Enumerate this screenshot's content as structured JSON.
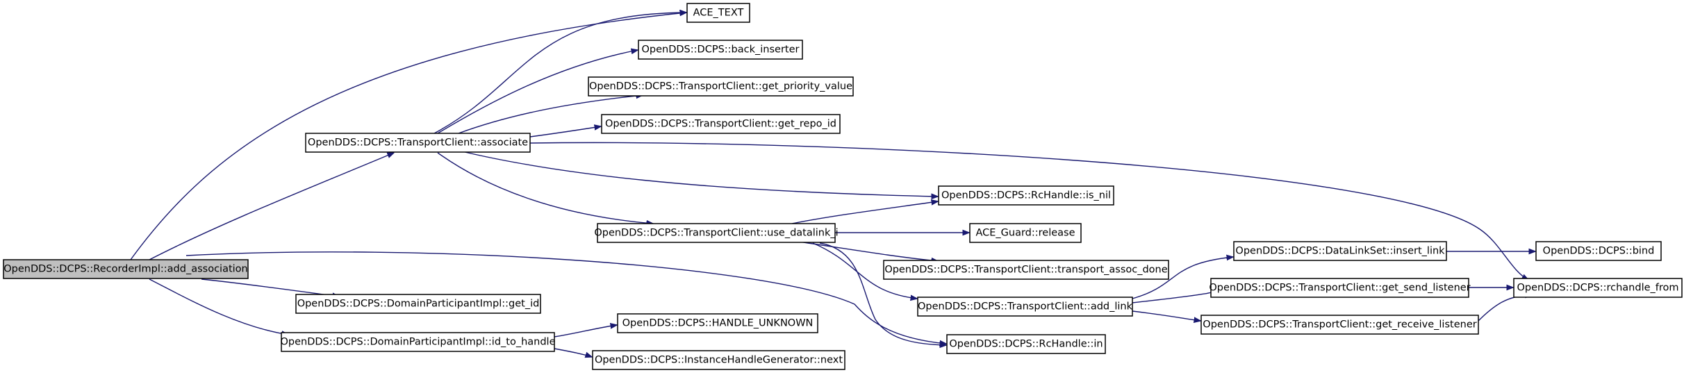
{
  "graph": {
    "title": "",
    "nodes": [
      {
        "id": "root",
        "label": "OpenDDS::DCPS::RecorderImpl::add_association",
        "is_root": true
      },
      {
        "id": "ace_text",
        "label": "ACE_TEXT"
      },
      {
        "id": "back_inserter",
        "label": "OpenDDS::DCPS::back_inserter"
      },
      {
        "id": "get_priority_value",
        "label": "OpenDDS::DCPS::TransportClient::get_priority_value"
      },
      {
        "id": "get_repo_id",
        "label": "OpenDDS::DCPS::TransportClient::get_repo_id"
      },
      {
        "id": "associate",
        "label": "OpenDDS::DCPS::TransportClient::associate"
      },
      {
        "id": "is_nil",
        "label": "OpenDDS::DCPS::RcHandle::is_nil"
      },
      {
        "id": "use_datalink_i",
        "label": "OpenDDS::DCPS::TransportClient::use_datalink_i"
      },
      {
        "id": "ace_guard_release",
        "label": "ACE_Guard::release"
      },
      {
        "id": "transport_assoc_done",
        "label": "OpenDDS::DCPS::TransportClient::transport_assoc_done"
      },
      {
        "id": "insert_link",
        "label": "OpenDDS::DCPS::DataLinkSet::insert_link"
      },
      {
        "id": "bind",
        "label": "OpenDDS::DCPS::bind"
      },
      {
        "id": "get_send_listener",
        "label": "OpenDDS::DCPS::TransportClient::get_send_listener"
      },
      {
        "id": "rchandle_from",
        "label": "OpenDDS::DCPS::rchandle_from"
      },
      {
        "id": "add_link",
        "label": "OpenDDS::DCPS::TransportClient::add_link"
      },
      {
        "id": "get_receive_listener",
        "label": "OpenDDS::DCPS::TransportClient::get_receive_listener"
      },
      {
        "id": "get_id",
        "label": "OpenDDS::DCPS::DomainParticipantImpl::get_id"
      },
      {
        "id": "handle_unknown",
        "label": "OpenDDS::DCPS::HANDLE_UNKNOWN"
      },
      {
        "id": "id_to_handle",
        "label": "OpenDDS::DCPS::DomainParticipantImpl::id_to_handle"
      },
      {
        "id": "rchandle_in",
        "label": "OpenDDS::DCPS::RcHandle::in"
      },
      {
        "id": "ihg_next",
        "label": "OpenDDS::DCPS::InstanceHandleGenerator::next"
      }
    ],
    "edges": [
      {
        "from": "root",
        "to": "ace_text"
      },
      {
        "from": "root",
        "to": "associate"
      },
      {
        "from": "root",
        "to": "rchandle_in"
      },
      {
        "from": "root",
        "to": "get_id"
      },
      {
        "from": "root",
        "to": "id_to_handle"
      },
      {
        "from": "associate",
        "to": "ace_text"
      },
      {
        "from": "associate",
        "to": "back_inserter"
      },
      {
        "from": "associate",
        "to": "get_priority_value"
      },
      {
        "from": "associate",
        "to": "get_repo_id"
      },
      {
        "from": "associate",
        "to": "is_nil"
      },
      {
        "from": "associate",
        "to": "use_datalink_i"
      },
      {
        "from": "associate",
        "to": "rchandle_from"
      },
      {
        "from": "use_datalink_i",
        "to": "is_nil"
      },
      {
        "from": "use_datalink_i",
        "to": "ace_guard_release"
      },
      {
        "from": "use_datalink_i",
        "to": "transport_assoc_done"
      },
      {
        "from": "use_datalink_i",
        "to": "add_link"
      },
      {
        "from": "use_datalink_i",
        "to": "rchandle_in"
      },
      {
        "from": "add_link",
        "to": "insert_link"
      },
      {
        "from": "add_link",
        "to": "get_send_listener"
      },
      {
        "from": "add_link",
        "to": "get_receive_listener"
      },
      {
        "from": "insert_link",
        "to": "bind"
      },
      {
        "from": "get_send_listener",
        "to": "rchandle_from"
      },
      {
        "from": "get_receive_listener",
        "to": "rchandle_from"
      },
      {
        "from": "id_to_handle",
        "to": "handle_unknown"
      },
      {
        "from": "id_to_handle",
        "to": "ihg_next"
      }
    ]
  }
}
